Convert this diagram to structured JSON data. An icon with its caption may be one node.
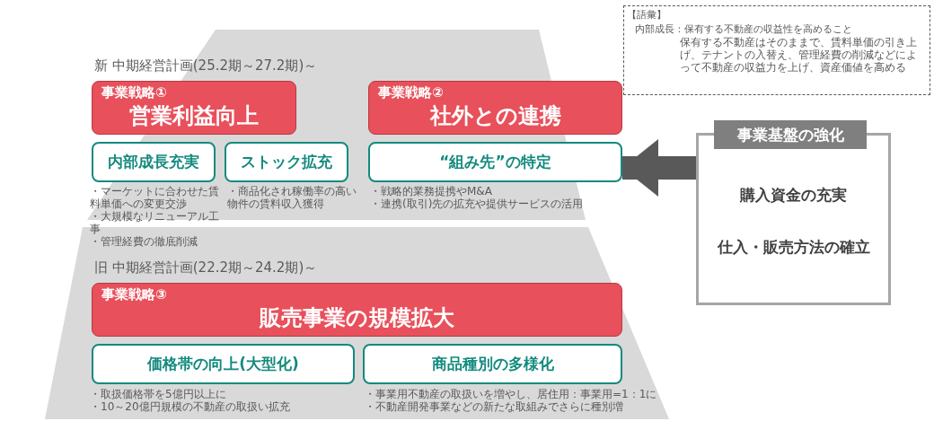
{
  "diagram": {
    "nodes": [
      {
        "text": [
          "事業戦略①",
          "営業利益向上"
        ]
      },
      {
        "text": [
          "事業戦略②",
          "社外との連携"
        ]
      },
      {
        "text": [
          "内部成長充実"
        ],
        "beside": [
          "・マーケットに合わせた賃料単価への変更交渉",
          "・大規模なリニューアル工事",
          "・管理経費の徹底削減"
        ]
      },
      {
        "text": [
          "ストック拡充"
        ],
        "beside": [
          "・商品化され稼働率の高い物件の賃料収入獲得"
        ]
      },
      {
        "text": [
          "“組み先”の特定"
        ],
        "beside": [
          "・戦略的業務提携やM&A",
          "・連携(取引)先の拡充や提供サービスの活用"
        ]
      },
      {
        "text": [
          "事業戦略③",
          "販売事業の規模拡大"
        ]
      },
      {
        "text": [
          "価格帯の向上(大型化)"
        ],
        "beside": [
          "・取扱価格帯を5億円以上に",
          "・10～20億円規模の不動産の取扱い拡充"
        ]
      },
      {
        "text": [
          "商品種別の多様化"
        ],
        "beside": [
          "・事業用不動産の取扱いを増やし、居住用：事業用=1：1に",
          "・不動産開発事業などの新たな取組みでさらに種別増"
        ]
      },
      {
        "text": [
          "事業基盤の強化",
          "購入資金の充実",
          "仕入・販売方法の確立"
        ]
      },
      {
        "text": [
          "【語彙】",
          "内部成長：保有する不動産の収益性を高めること",
          "保有する不動産はそのままで、賃料単価の引き上げ、テナントの入替え、管理経費の削減などによって不動産の収益力を上げ、資産価値を高める"
        ]
      }
    ],
    "edges": [
      {
        "from": 8,
        "to": 4,
        "arrow": "to"
      }
    ],
    "labels": [
      "新 中期経営計画(25.2期～27.2期)～",
      "旧 中期経営計画(22.2期～24.2期)～"
    ]
  }
}
